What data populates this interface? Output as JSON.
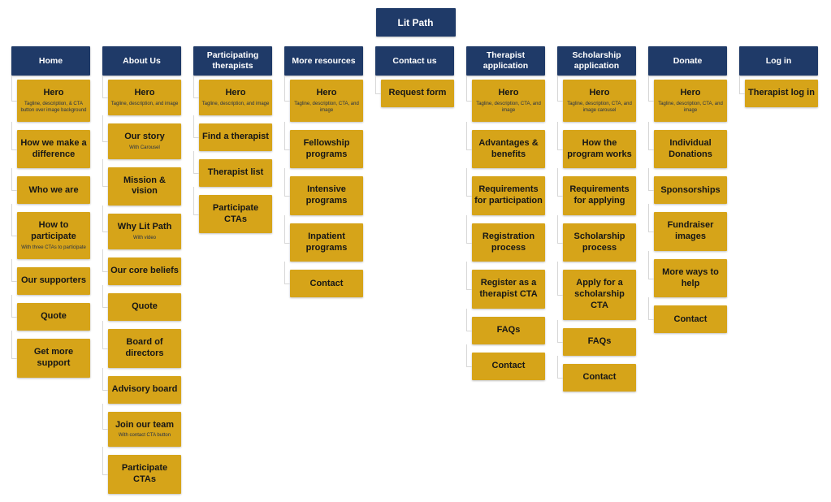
{
  "root": {
    "label": "Lit Path"
  },
  "colors": {
    "navy": "#1f3a68",
    "gold": "#d6a419",
    "connector": "#d7d7d7",
    "header_text": "#ffffff",
    "item_text": "#161616"
  },
  "columns": [
    {
      "label": "Home",
      "items": [
        {
          "title": "Hero",
          "subtitle": "Tagline, description, & CTA button over image background"
        },
        {
          "title": "How we make a difference"
        },
        {
          "title": "Who we are"
        },
        {
          "title": "How to participate",
          "subtitle": "With three CTAs to participate"
        },
        {
          "title": "Our supporters"
        },
        {
          "title": "Quote"
        },
        {
          "title": "Get more support"
        }
      ]
    },
    {
      "label": "About Us",
      "items": [
        {
          "title": "Hero",
          "subtitle": "Tagline, description, and image"
        },
        {
          "title": "Our story",
          "subtitle": "With Carousel"
        },
        {
          "title": "Mission & vision"
        },
        {
          "title": "Why Lit Path",
          "subtitle": "With video"
        },
        {
          "title": "Our core beliefs"
        },
        {
          "title": "Quote"
        },
        {
          "title": "Board of directors"
        },
        {
          "title": "Advisory board"
        },
        {
          "title": "Join our team",
          "subtitle": "With contact CTA button"
        },
        {
          "title": "Participate CTAs"
        }
      ]
    },
    {
      "label": "Participating therapists",
      "items": [
        {
          "title": "Hero",
          "subtitle": "Tagline, description, and image"
        },
        {
          "title": "Find a therapist"
        },
        {
          "title": "Therapist list"
        },
        {
          "title": "Participate CTAs"
        }
      ]
    },
    {
      "label": "More resources",
      "items": [
        {
          "title": "Hero",
          "subtitle": "Tagline, description, CTA, and image"
        },
        {
          "title": "Fellowship programs"
        },
        {
          "title": "Intensive programs"
        },
        {
          "title": "Inpatient programs"
        },
        {
          "title": "Contact"
        }
      ]
    },
    {
      "label": "Contact us",
      "items": [
        {
          "title": "Request form"
        }
      ]
    },
    {
      "label": "Therapist application",
      "items": [
        {
          "title": "Hero",
          "subtitle": "Tagline, description, CTA, and image"
        },
        {
          "title": "Advantages & benefits"
        },
        {
          "title": "Requirements for participation"
        },
        {
          "title": "Registration process"
        },
        {
          "title": "Register as a therapist CTA"
        },
        {
          "title": "FAQs"
        },
        {
          "title": "Contact"
        }
      ]
    },
    {
      "label": "Scholarship application",
      "items": [
        {
          "title": "Hero",
          "subtitle": "Tagline, description, CTA, and image carousel"
        },
        {
          "title": "How the program works"
        },
        {
          "title": "Requirements for applying"
        },
        {
          "title": "Scholarship process"
        },
        {
          "title": "Apply for a scholarship CTA"
        },
        {
          "title": "FAQs"
        },
        {
          "title": "Contact"
        }
      ]
    },
    {
      "label": "Donate",
      "items": [
        {
          "title": "Hero",
          "subtitle": "Tagline, description, CTA, and image"
        },
        {
          "title": "Individual Donations"
        },
        {
          "title": "Sponsorships"
        },
        {
          "title": "Fundraiser images"
        },
        {
          "title": "More ways to help"
        },
        {
          "title": "Contact"
        }
      ]
    },
    {
      "label": "Log in",
      "items": [
        {
          "title": "Therapist log in"
        }
      ]
    }
  ]
}
